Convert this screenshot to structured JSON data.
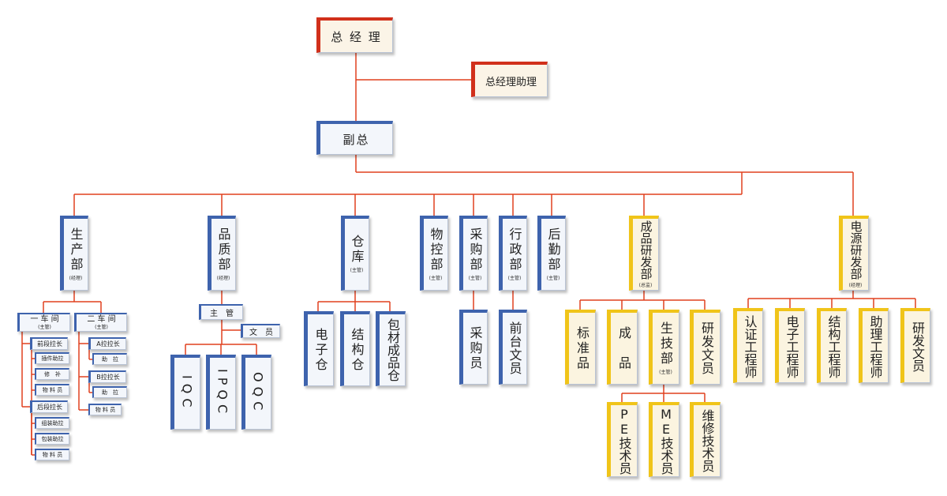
{
  "top": {
    "gm": "总 经 理",
    "gm_assistant": "总经理助理",
    "vp": "副总"
  },
  "depts": {
    "production": {
      "label": "生产部",
      "sub": "(经理)"
    },
    "quality": {
      "label": "品质部",
      "sub": "(经理)"
    },
    "warehouse": {
      "label": "仓库",
      "sub": "(主管)"
    },
    "material_ctrl": {
      "label": "物控部",
      "sub": "(主管)"
    },
    "purchase": {
      "label": "采购部",
      "sub": "(主管)"
    },
    "admin": {
      "label": "行政部",
      "sub": "(主管)"
    },
    "logistics": {
      "label": "后勤部",
      "sub": "(主管)"
    },
    "product_rd": {
      "label": "成品研发部",
      "sub": "(总监)"
    },
    "power_rd": {
      "label": "电源研发部",
      "sub": "(经理)"
    }
  },
  "production": {
    "ws1": {
      "label": "一 车 间",
      "sub": "(主管)"
    },
    "ws2": {
      "label": "二 车 间",
      "sub": "(主管)"
    },
    "ws1_items": [
      "前段拉长",
      "插件助拉",
      "修　补",
      "物 料 员",
      "后段拉长",
      "组装助拉",
      "包装助拉",
      "物 料 员"
    ],
    "ws2_items": [
      "A拉拉长",
      "助　拉",
      "B拉拉长",
      "助　拉",
      "物 料 员"
    ]
  },
  "quality": {
    "supervisor": "主　管",
    "clerk": "文　员",
    "iqc": "IQC",
    "ipqc": "IPQC",
    "oqc": "OQC"
  },
  "warehouse": {
    "electronic": "电子仓",
    "structure": "结构仓",
    "packaging": "包材成品仓"
  },
  "purchase": {
    "buyer": "采购员"
  },
  "admin": {
    "reception": "前台文员"
  },
  "product_rd": {
    "standard": "标准品",
    "finished": "成　品",
    "production_tech": {
      "label": "生技部",
      "sub": "(主管)"
    },
    "rd_clerk": "研发文员",
    "pe": "PE技术员",
    "me": "ME技术员",
    "maintenance": "维修技术员"
  },
  "power_rd": {
    "cert": "认证工程师",
    "electronic": "电子工程师",
    "structure": "结构工程师",
    "assistant": "助理工程师",
    "clerk": "研发文员"
  },
  "colors": {
    "connector": "#e0401f",
    "blue": "#3e63ad",
    "red": "#d1301b",
    "gold": "#f0c419"
  }
}
